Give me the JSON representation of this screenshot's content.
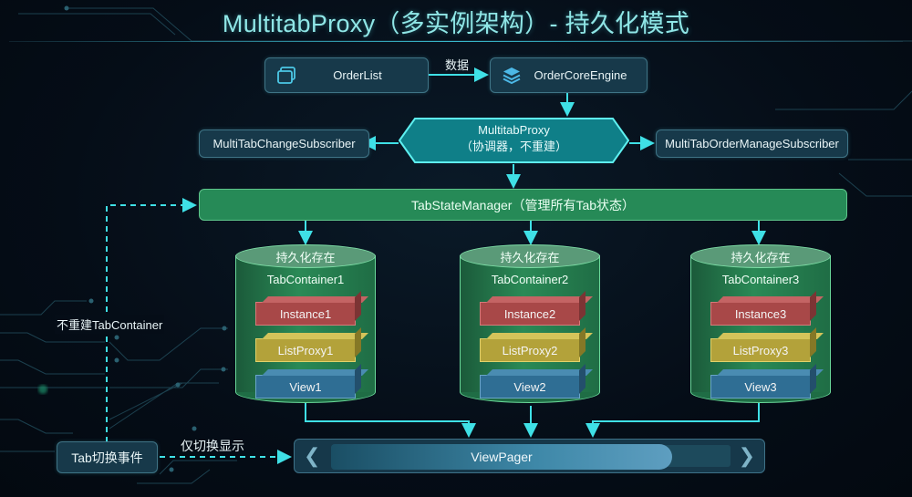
{
  "title": "MultitabProxy（多实例架构）- 持久化模式",
  "top_row": {
    "order_list": {
      "label": "OrderList",
      "icon": "window-icon"
    },
    "data_edge_label": "数据",
    "order_core_engine": {
      "label": "OrderCoreEngine",
      "icon": "layers-icon"
    }
  },
  "proxy_row": {
    "left_subscriber": "MultiTabChangeSubscriber",
    "proxy_title": "MultitabProxy",
    "proxy_subtitle": "（协调器，不重建）",
    "right_subscriber": "MultiTabOrderManageSubscriber"
  },
  "tab_state_manager": "TabStateManager（管理所有Tab状态）",
  "containers": [
    {
      "persist_label": "持久化存在",
      "name": "TabContainer1",
      "instance": "Instance1",
      "list_proxy": "ListProxy1",
      "view": "View1"
    },
    {
      "persist_label": "持久化存在",
      "name": "TabContainer2",
      "instance": "Instance2",
      "list_proxy": "ListProxy2",
      "view": "View2"
    },
    {
      "persist_label": "持久化存在",
      "name": "TabContainer3",
      "instance": "Instance3",
      "list_proxy": "ListProxy3",
      "view": "View3"
    }
  ],
  "side": {
    "no_rebuild_label": "不重建TabContainer",
    "tab_switch_event": "Tab切换事件",
    "switch_display_label": "仅切换显示"
  },
  "view_pager": {
    "label": "ViewPager",
    "prev": "❮",
    "next": "❯"
  },
  "colors": {
    "background": "#040c16",
    "accent_cyan": "#3fe0e6",
    "manager_green": "#268a57",
    "instance_red": "#a84848",
    "listproxy_yellow": "#b3a23a",
    "view_blue": "#2f6e94"
  }
}
